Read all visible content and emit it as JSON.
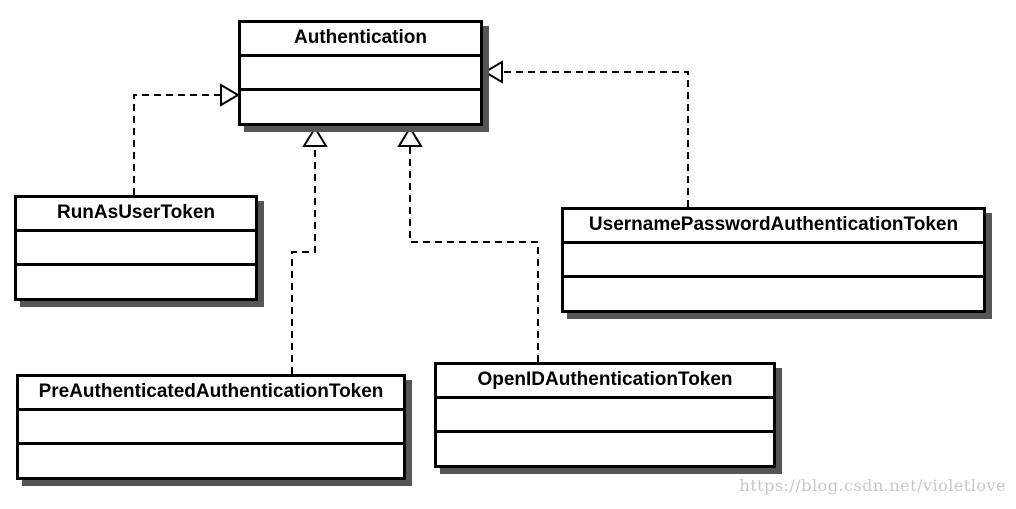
{
  "diagram": {
    "parent": "Authentication",
    "children": {
      "run_as": "RunAsUserToken",
      "pre_authenticated": "PreAuthenticatedAuthenticationToken",
      "open_id": "OpenIDAuthenticationToken",
      "username_password": "UsernamePasswordAuthenticationToken"
    }
  },
  "watermark": "https://blog.csdn.net/violetlove",
  "colors": {
    "line": "#000000",
    "shadow": "#555555",
    "watermark": "#c8c8c8"
  }
}
